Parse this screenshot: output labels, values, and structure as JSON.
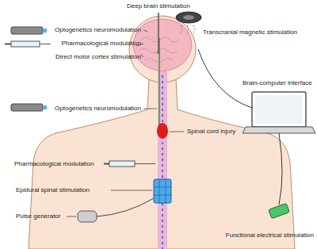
{
  "diagram": {
    "labels": [
      "Deep brain stimulation",
      "Transcranial magnetic stimulation",
      "Optogenetics neuromodulation",
      "Pharmacological modulation",
      "Direct motor cortex stimulation",
      "Optogenetics neuromodulation",
      "Brain-computer interface",
      "Spinal cord injury",
      "Pharmacological modulation",
      "Epidural spinal stimulation",
      "Pulse generator",
      "Functional electrical stimulation"
    ]
  }
}
